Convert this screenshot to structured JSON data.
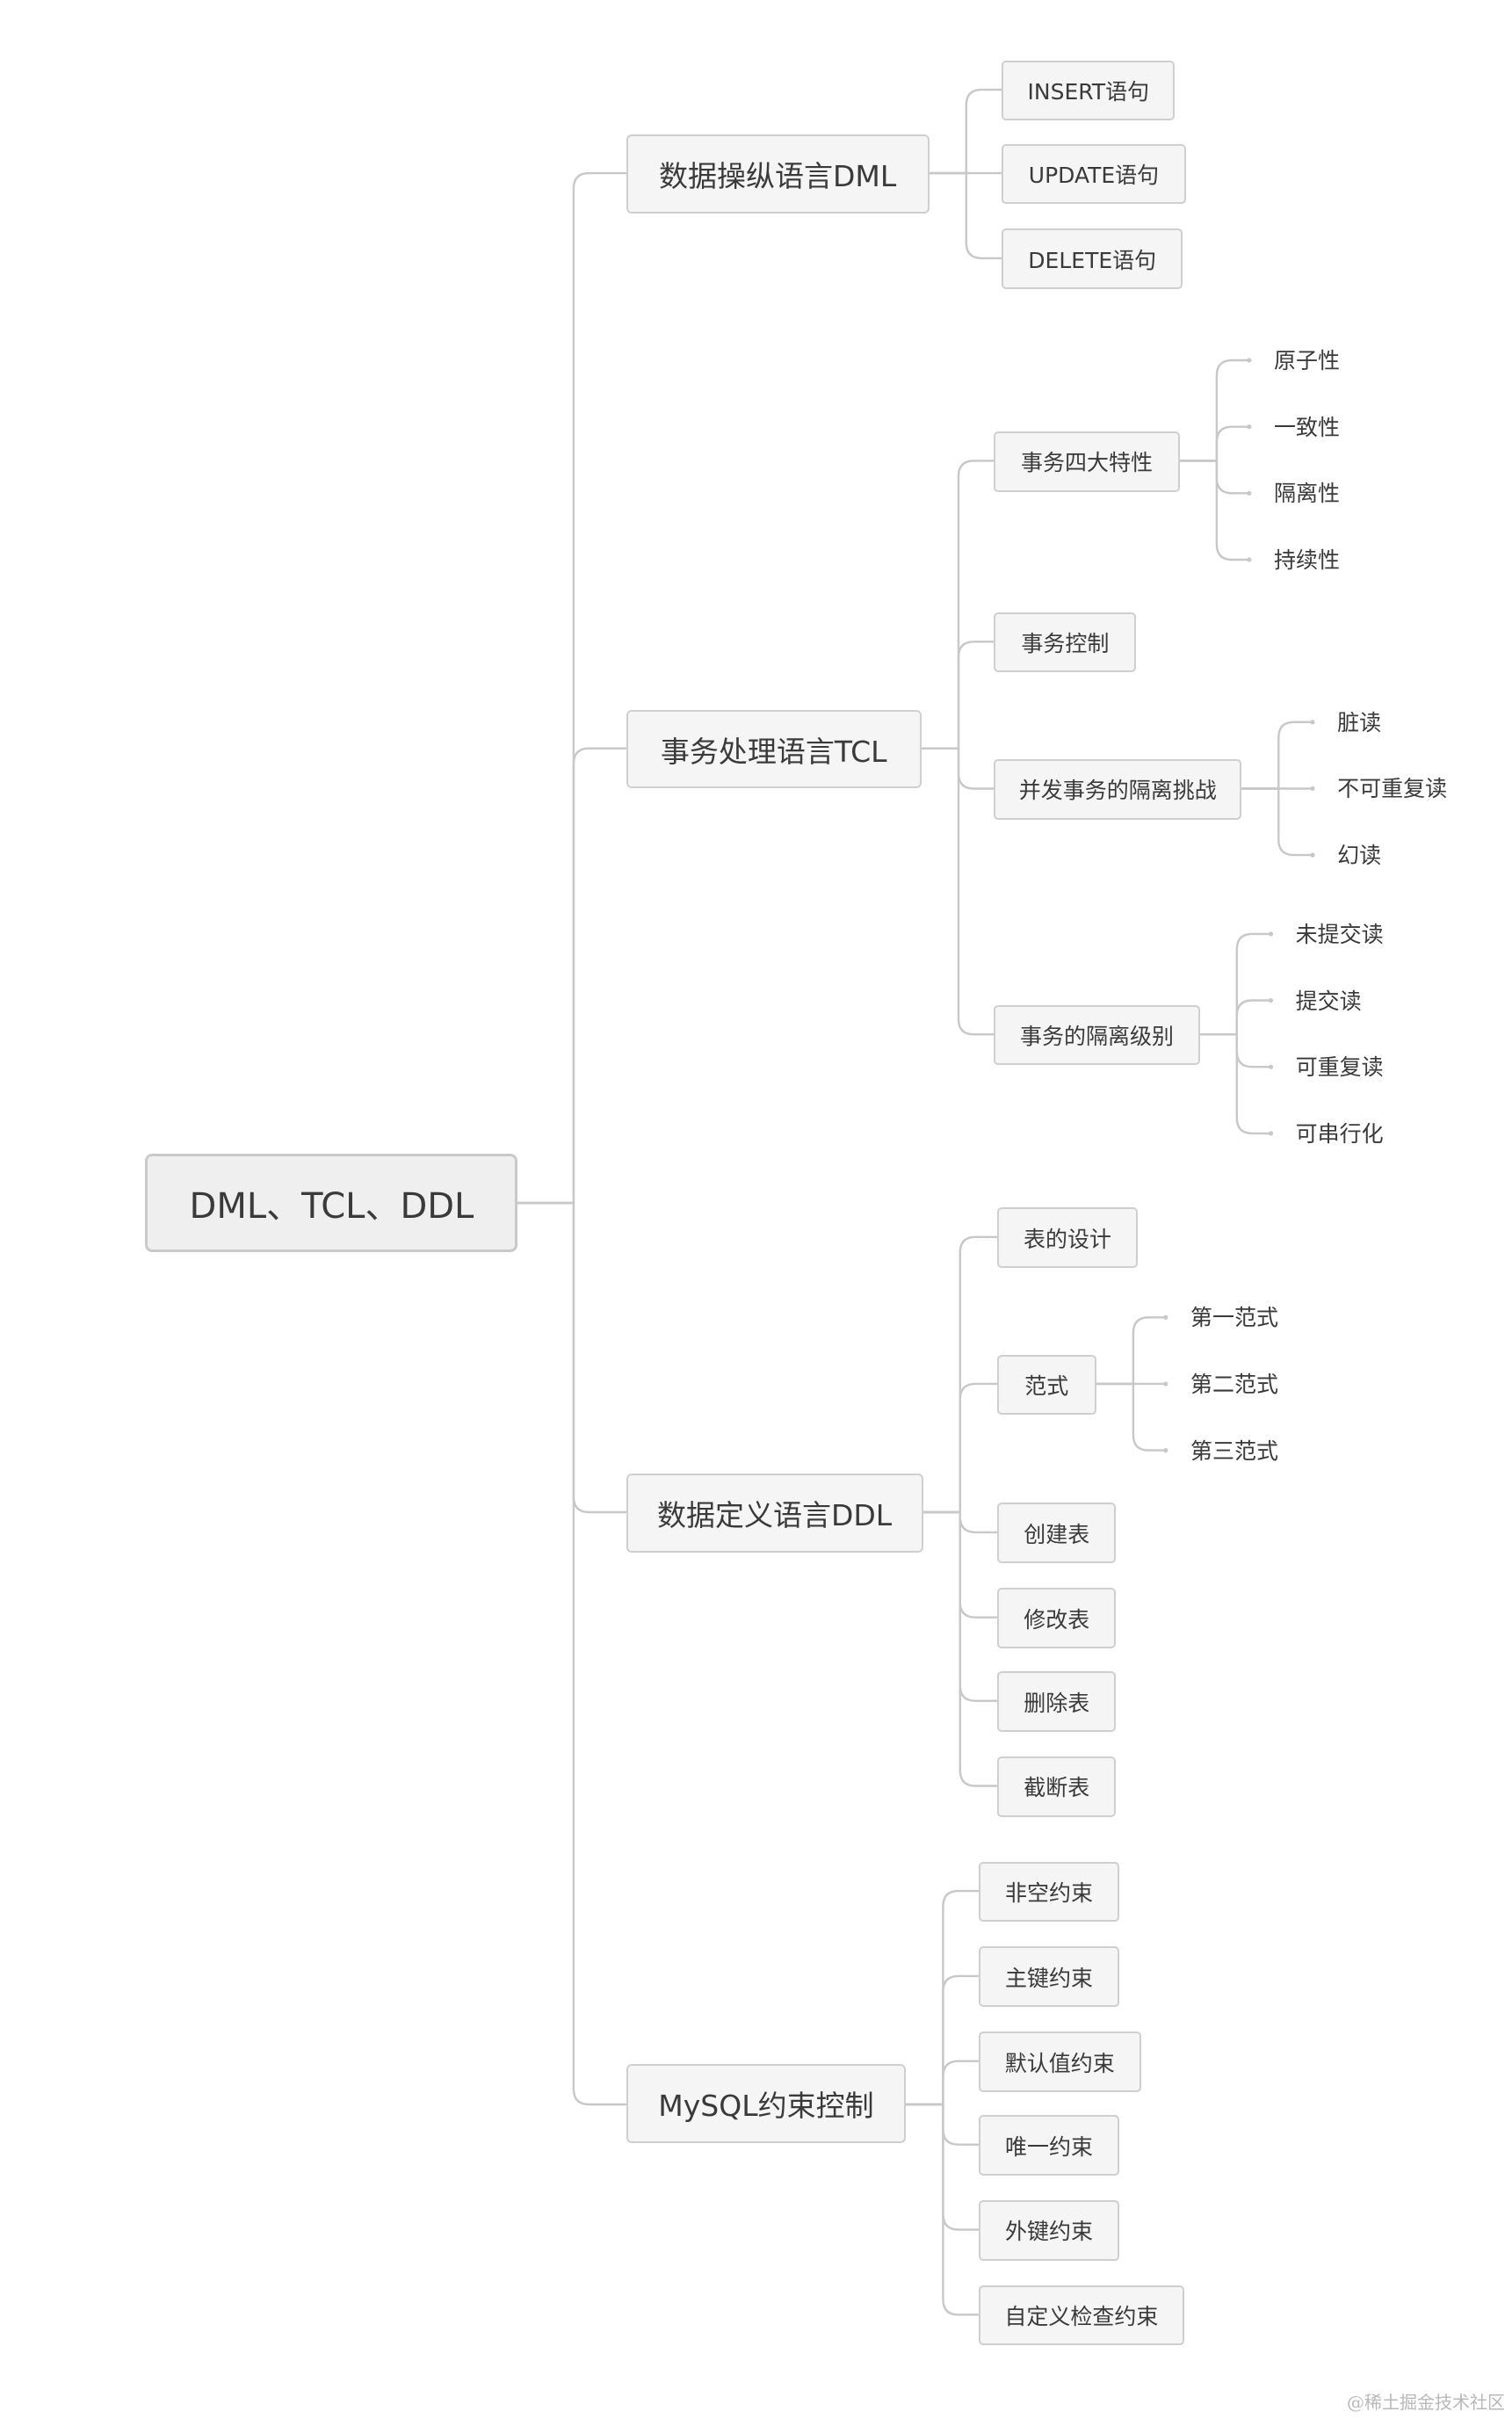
{
  "mindmap": {
    "root": "DML、TCL、DDL",
    "branches": [
      {
        "label": "数据操纵语言DML",
        "children": [
          {
            "label": "INSERT语句",
            "children": []
          },
          {
            "label": "UPDATE语句",
            "children": []
          },
          {
            "label": "DELETE语句",
            "children": []
          }
        ]
      },
      {
        "label": "事务处理语言TCL",
        "children": [
          {
            "label": "事务四大特性",
            "children": [
              "原子性",
              "一致性",
              "隔离性",
              "持续性"
            ]
          },
          {
            "label": "事务控制",
            "children": []
          },
          {
            "label": "并发事务的隔离挑战",
            "children": [
              "脏读",
              "不可重复读",
              "幻读"
            ]
          },
          {
            "label": "事务的隔离级别",
            "children": [
              "未提交读",
              "提交读",
              "可重复读",
              "可串行化"
            ]
          }
        ]
      },
      {
        "label": "数据定义语言DDL",
        "children": [
          {
            "label": "表的设计",
            "children": []
          },
          {
            "label": "范式",
            "children": [
              "第一范式",
              "第二范式",
              "第三范式"
            ]
          },
          {
            "label": "创建表",
            "children": []
          },
          {
            "label": "修改表",
            "children": []
          },
          {
            "label": "删除表",
            "children": []
          },
          {
            "label": "截断表",
            "children": []
          }
        ]
      },
      {
        "label": "MySQL约束控制",
        "children": [
          {
            "label": "非空约束",
            "children": []
          },
          {
            "label": "主键约束",
            "children": []
          },
          {
            "label": "默认值约束",
            "children": []
          },
          {
            "label": "唯一约束",
            "children": []
          },
          {
            "label": "外键约束",
            "children": []
          },
          {
            "label": "自定义检查约束",
            "children": []
          }
        ]
      }
    ]
  },
  "watermark": "@稀土掘金技术社区",
  "colors": {
    "line": "#c8c8c8",
    "node_fill": "#f5f5f5",
    "node_border": "#cfcfcf",
    "text": "#3a3a3a"
  }
}
